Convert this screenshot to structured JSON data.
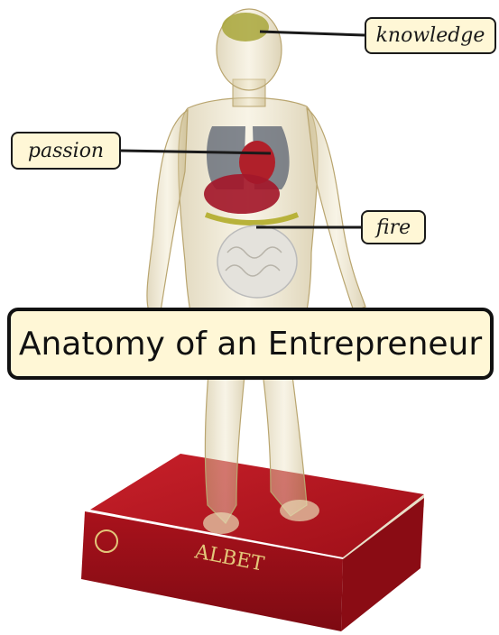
{
  "image": {
    "description_tags": [
      "anatomical-model",
      "red-book",
      "callout-labels"
    ],
    "title": "Anatomy of an Entrepreneur",
    "labels": {
      "knowledge": "knowledge",
      "passion": "passion",
      "fire": "fire"
    },
    "book_spine_text": "ALBET",
    "colors": {
      "label_fill": "#fff7d6",
      "label_border": "#1a1a1a",
      "book_red": "#b3121b",
      "organ_red": "#b0202a",
      "body_gold": "#d8c48a"
    }
  }
}
